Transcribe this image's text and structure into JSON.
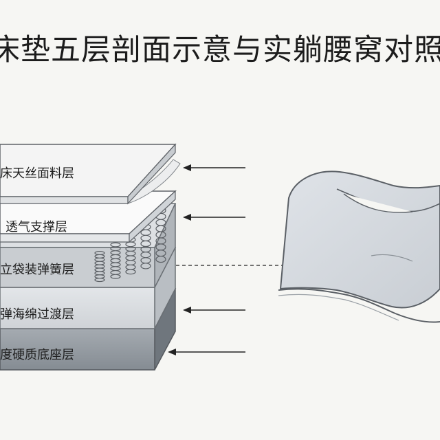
{
  "title": "床垫五层剖面示意与实躺腰窝对照",
  "layers": [
    {
      "label": "床天丝面料层"
    },
    {
      "label": "透气支撑层"
    },
    {
      "label": "立袋装弹簧层"
    },
    {
      "label": "弹海绵过渡层"
    },
    {
      "label": "度硬质底座层"
    }
  ],
  "colors": {
    "background": "#f6f6f3",
    "fabric": "#f4f4f4",
    "foam": "#d8dce0",
    "base": "#8e959c",
    "outline": "#55595e"
  }
}
